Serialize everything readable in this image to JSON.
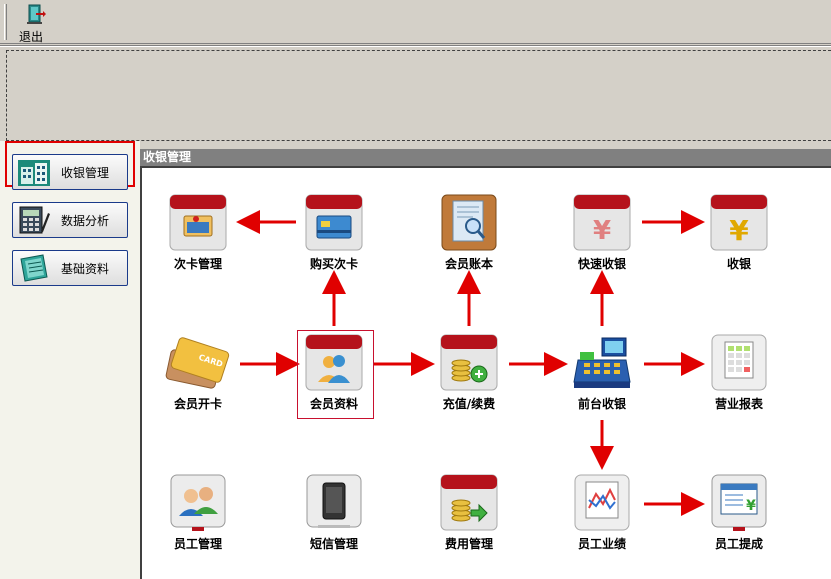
{
  "toolbar": {
    "exit_label": "退出"
  },
  "sidebar": {
    "items": [
      {
        "label": "收银管理",
        "selected": true
      },
      {
        "label": "数据分析"
      },
      {
        "label": "基础资料"
      }
    ]
  },
  "main": {
    "title": "收银管理",
    "tiles": {
      "card_manage": "次卡管理",
      "buy_card": "购买次卡",
      "member_account": "会员账本",
      "quick_checkout": "快速收银",
      "checkout": "收银",
      "open_card": "会员开卡",
      "member_info": "会员资料",
      "recharge": "充值/续费",
      "front_checkout": "前台收银",
      "business_report": "营业报表",
      "staff_manage": "员工管理",
      "sms_manage": "短信管理",
      "expense_manage": "费用管理",
      "staff_performance": "员工业绩",
      "staff_commission": "员工提成"
    }
  },
  "colors": {
    "arrow": "#e00000",
    "accent_red": "#b5121b",
    "frame_red": "#e00000"
  }
}
